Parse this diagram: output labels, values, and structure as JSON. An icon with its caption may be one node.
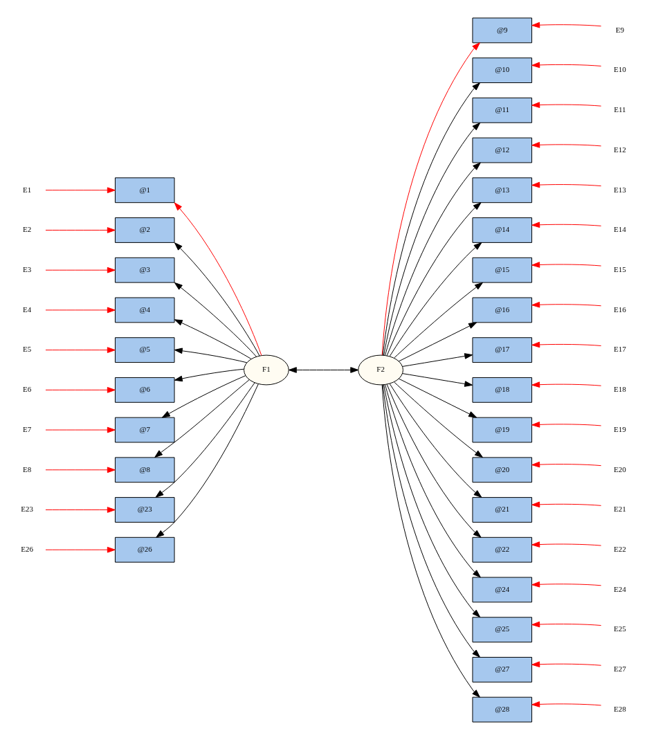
{
  "diagram": {
    "nodes": [
      {
        "text": [
          "F1"
        ]
      },
      {
        "text": [
          "F2"
        ]
      },
      {
        "text": [
          "@1"
        ]
      },
      {
        "text": [
          "@2"
        ]
      },
      {
        "text": [
          "@3"
        ]
      },
      {
        "text": [
          "@4"
        ]
      },
      {
        "text": [
          "@5"
        ]
      },
      {
        "text": [
          "@6"
        ]
      },
      {
        "text": [
          "@7"
        ]
      },
      {
        "text": [
          "@8"
        ]
      },
      {
        "text": [
          "@23"
        ]
      },
      {
        "text": [
          "@26"
        ]
      },
      {
        "text": [
          "@9"
        ]
      },
      {
        "text": [
          "@10"
        ]
      },
      {
        "text": [
          "@11"
        ]
      },
      {
        "text": [
          "@12"
        ]
      },
      {
        "text": [
          "@13"
        ]
      },
      {
        "text": [
          "@14"
        ]
      },
      {
        "text": [
          "@15"
        ]
      },
      {
        "text": [
          "@16"
        ]
      },
      {
        "text": [
          "@17"
        ]
      },
      {
        "text": [
          "@18"
        ]
      },
      {
        "text": [
          "@19"
        ]
      },
      {
        "text": [
          "@20"
        ]
      },
      {
        "text": [
          "@21"
        ]
      },
      {
        "text": [
          "@22"
        ]
      },
      {
        "text": [
          "@24"
        ]
      },
      {
        "text": [
          "@25"
        ]
      },
      {
        "text": [
          "@27"
        ]
      },
      {
        "text": [
          "@28"
        ]
      },
      {
        "text": [
          "E1"
        ]
      },
      {
        "text": [
          "E2"
        ]
      },
      {
        "text": [
          "E3"
        ]
      },
      {
        "text": [
          "E4"
        ]
      },
      {
        "text": [
          "E5"
        ]
      },
      {
        "text": [
          "E6"
        ]
      },
      {
        "text": [
          "E7"
        ]
      },
      {
        "text": [
          "E8"
        ]
      },
      {
        "text": [
          "E23"
        ]
      },
      {
        "text": [
          "E26"
        ]
      },
      {
        "text": [
          "E9"
        ]
      },
      {
        "text": [
          "E10"
        ]
      },
      {
        "text": [
          "E11"
        ]
      },
      {
        "text": [
          "E12"
        ]
      },
      {
        "text": [
          "E13"
        ]
      },
      {
        "text": [
          "E14"
        ]
      },
      {
        "text": [
          "E15"
        ]
      },
      {
        "text": [
          "E16"
        ]
      },
      {
        "text": [
          "E17"
        ]
      },
      {
        "text": [
          "E18"
        ]
      },
      {
        "text": [
          "E19"
        ]
      },
      {
        "text": [
          "E20"
        ]
      },
      {
        "text": [
          "E21"
        ]
      },
      {
        "text": [
          "E22"
        ]
      },
      {
        "text": [
          "E24"
        ]
      },
      {
        "text": [
          "E25"
        ]
      },
      {
        "text": [
          "E27"
        ]
      },
      {
        "text": [
          "E28"
        ]
      }
    ],
    "edges": [
      {
        "from": 0,
        "to": 2,
        "arrow": "to"
      },
      {
        "from": 0,
        "to": 3,
        "arrow": "to",
        "color": "#000000"
      },
      {
        "from": 0,
        "to": 4,
        "arrow": "to",
        "color": "#000000"
      },
      {
        "from": 0,
        "to": 5,
        "arrow": "to",
        "color": "#000000"
      },
      {
        "from": 0,
        "to": 6,
        "arrow": "to",
        "color": "#000000"
      },
      {
        "from": 0,
        "to": 7,
        "arrow": "to",
        "color": "#000000"
      },
      {
        "from": 0,
        "to": 8,
        "arrow": "to",
        "color": "#000000"
      },
      {
        "from": 0,
        "to": 9,
        "arrow": "to",
        "color": "#000000"
      },
      {
        "from": 0,
        "to": 10,
        "arrow": "to",
        "color": "#000000"
      },
      {
        "from": 0,
        "to": 11,
        "arrow": "to",
        "color": "#000000"
      },
      {
        "from": 1,
        "to": 12,
        "arrow": "to"
      },
      {
        "from": 1,
        "to": 13,
        "arrow": "to",
        "color": "#000000"
      },
      {
        "from": 1,
        "to": 14,
        "arrow": "to",
        "color": "#000000"
      },
      {
        "from": 1,
        "to": 15,
        "arrow": "to",
        "color": "#000000"
      },
      {
        "from": 1,
        "to": 16,
        "arrow": "to",
        "color": "#000000"
      },
      {
        "from": 1,
        "to": 17,
        "arrow": "to",
        "color": "#000000"
      },
      {
        "from": 1,
        "to": 18,
        "arrow": "to",
        "color": "#000000"
      },
      {
        "from": 1,
        "to": 19,
        "arrow": "to",
        "color": "#000000"
      },
      {
        "from": 1,
        "to": 20,
        "arrow": "to",
        "color": "#000000"
      },
      {
        "from": 1,
        "to": 21,
        "arrow": "to",
        "color": "#000000"
      },
      {
        "from": 1,
        "to": 22,
        "arrow": "to",
        "color": "#000000"
      },
      {
        "from": 1,
        "to": 23,
        "arrow": "to",
        "color": "#000000"
      },
      {
        "from": 1,
        "to": 24,
        "arrow": "to",
        "color": "#000000"
      },
      {
        "from": 1,
        "to": 25,
        "arrow": "to",
        "color": "#000000"
      },
      {
        "from": 1,
        "to": 26,
        "arrow": "to",
        "color": "#000000"
      },
      {
        "from": 1,
        "to": 27,
        "arrow": "to",
        "color": "#000000"
      },
      {
        "from": 1,
        "to": 28,
        "arrow": "to",
        "color": "#000000"
      },
      {
        "from": 1,
        "to": 29,
        "arrow": "to",
        "color": "#000000"
      },
      {
        "from": 0,
        "to": 1,
        "arrow": "both",
        "color": "#000000"
      },
      {
        "from": 30,
        "to": 2,
        "arrow": "to"
      },
      {
        "from": 31,
        "to": 3,
        "arrow": "to"
      },
      {
        "from": 32,
        "to": 4,
        "arrow": "to"
      },
      {
        "from": 33,
        "to": 5,
        "arrow": "to"
      },
      {
        "from": 34,
        "to": 6,
        "arrow": "to"
      },
      {
        "from": 35,
        "to": 7,
        "arrow": "to"
      },
      {
        "from": 36,
        "to": 8,
        "arrow": "to"
      },
      {
        "from": 37,
        "to": 9,
        "arrow": "to"
      },
      {
        "from": 38,
        "to": 10,
        "arrow": "to"
      },
      {
        "from": 39,
        "to": 11,
        "arrow": "to"
      },
      {
        "from": 40,
        "to": 12,
        "arrow": "to"
      },
      {
        "from": 41,
        "to": 13,
        "arrow": "to"
      },
      {
        "from": 42,
        "to": 14,
        "arrow": "to"
      },
      {
        "from": 43,
        "to": 15,
        "arrow": "to"
      },
      {
        "from": 44,
        "to": 16,
        "arrow": "to"
      },
      {
        "from": 45,
        "to": 17,
        "arrow": "to"
      },
      {
        "from": 46,
        "to": 18,
        "arrow": "to"
      },
      {
        "from": 47,
        "to": 19,
        "arrow": "to"
      },
      {
        "from": 48,
        "to": 20,
        "arrow": "to"
      },
      {
        "from": 49,
        "to": 21,
        "arrow": "to"
      },
      {
        "from": 50,
        "to": 22,
        "arrow": "to"
      },
      {
        "from": 51,
        "to": 23,
        "arrow": "to"
      },
      {
        "from": 52,
        "to": 24,
        "arrow": "to"
      },
      {
        "from": 53,
        "to": 25,
        "arrow": "to"
      },
      {
        "from": 54,
        "to": 26,
        "arrow": "to"
      },
      {
        "from": 55,
        "to": 27,
        "arrow": "to"
      },
      {
        "from": 56,
        "to": 28,
        "arrow": "to"
      },
      {
        "from": 57,
        "to": 29,
        "arrow": "to"
      }
    ]
  }
}
